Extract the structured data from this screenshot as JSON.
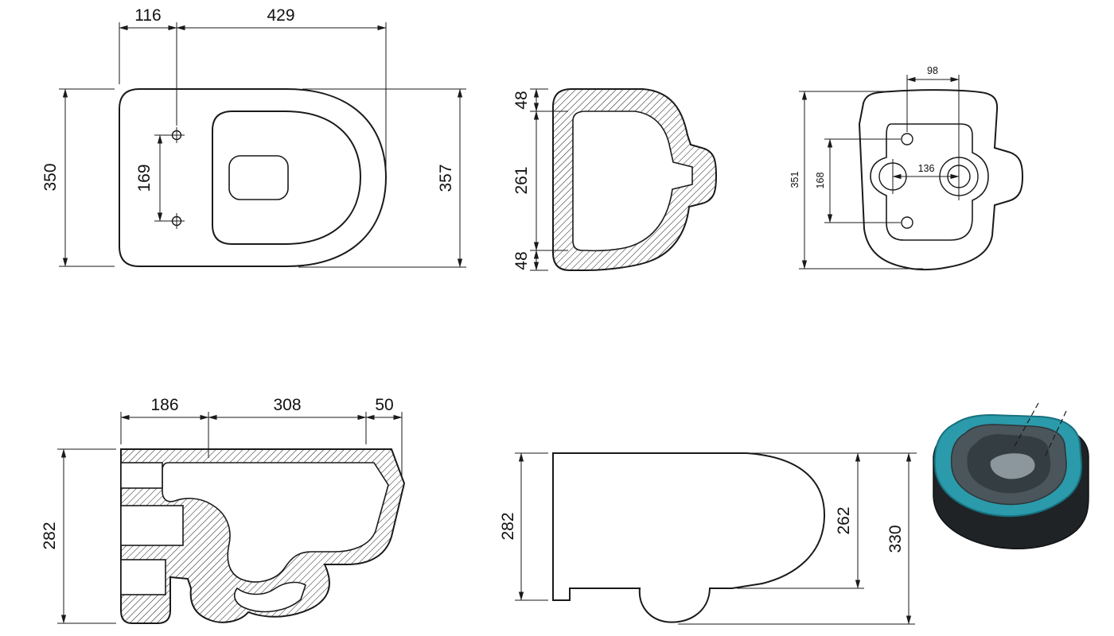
{
  "colors": {
    "line": "#1a1a1a",
    "teal": "#2b9aaa",
    "teal_dark": "#17707e",
    "body_dark": "#1f2326",
    "bowl_mid": "#4a565c",
    "bowl_deep": "#343d42",
    "bowl_light": "#8b979c"
  },
  "views": {
    "top": {
      "label": "top-view",
      "dims": {
        "hole_offset": "116",
        "front_length": "429",
        "width": "350",
        "hole_spacing": "169",
        "inner_length": "357"
      }
    },
    "section_front": {
      "label": "front-section",
      "dims": {
        "top_wall": "48",
        "inner_depth": "261",
        "bottom_wall": "48"
      }
    },
    "rear": {
      "label": "rear-view",
      "dims": {
        "hole_to_outlet": "98",
        "height": "351",
        "bolt_spacing": "168",
        "center_spacing": "136"
      }
    },
    "section_side": {
      "label": "side-section",
      "dims": {
        "back": "186",
        "mid": "308",
        "front": "50",
        "height": "282"
      }
    },
    "elevation": {
      "label": "side-elevation",
      "dims": {
        "back_height": "282",
        "front_height": "262",
        "total_height": "330"
      }
    }
  }
}
